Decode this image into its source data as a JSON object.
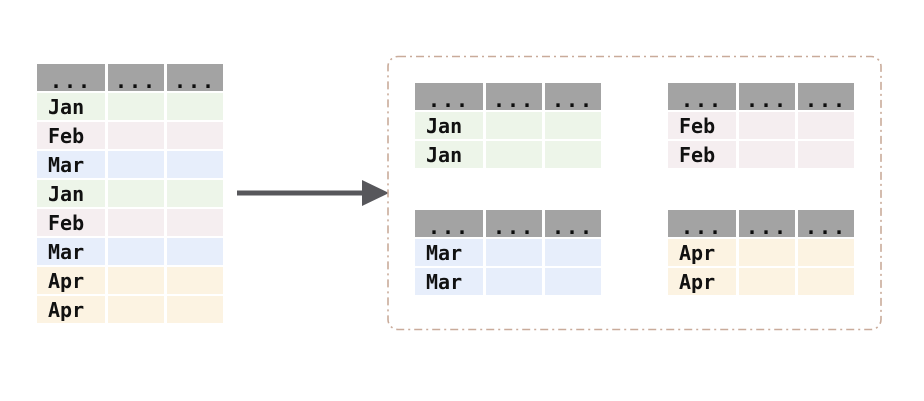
{
  "source_table": {
    "headers": [
      "...",
      "...",
      "..."
    ],
    "rows": [
      {
        "label": "Jan",
        "color": "green"
      },
      {
        "label": "Feb",
        "color": "pink"
      },
      {
        "label": "Mar",
        "color": "blue"
      },
      {
        "label": "Jan",
        "color": "green"
      },
      {
        "label": "Feb",
        "color": "pink"
      },
      {
        "label": "Mar",
        "color": "blue"
      },
      {
        "label": "Apr",
        "color": "cream"
      },
      {
        "label": "Apr",
        "color": "cream"
      }
    ]
  },
  "groups": [
    {
      "key": "Jan",
      "color": "green",
      "headers": [
        "...",
        "...",
        "..."
      ],
      "rows": [
        {
          "label": "Jan"
        },
        {
          "label": "Jan"
        }
      ]
    },
    {
      "key": "Feb",
      "color": "pink",
      "headers": [
        "...",
        "...",
        "..."
      ],
      "rows": [
        {
          "label": "Feb"
        },
        {
          "label": "Feb"
        }
      ]
    },
    {
      "key": "Mar",
      "color": "blue",
      "headers": [
        "...",
        "...",
        "..."
      ],
      "rows": [
        {
          "label": "Mar"
        },
        {
          "label": "Mar"
        }
      ]
    },
    {
      "key": "Apr",
      "color": "cream",
      "headers": [
        "...",
        "...",
        "..."
      ],
      "rows": [
        {
          "label": "Apr"
        },
        {
          "label": "Apr"
        }
      ]
    }
  ],
  "colors": {
    "background": "#ffffff",
    "text": "#111111",
    "header_bg": "#a3a3a3",
    "green": "#edf5e9",
    "pink": "#f5eef0",
    "blue": "#e7eefb",
    "cream": "#fcf3e2",
    "arrow": "#57575b",
    "group_box_border": "#c9ab9a"
  }
}
